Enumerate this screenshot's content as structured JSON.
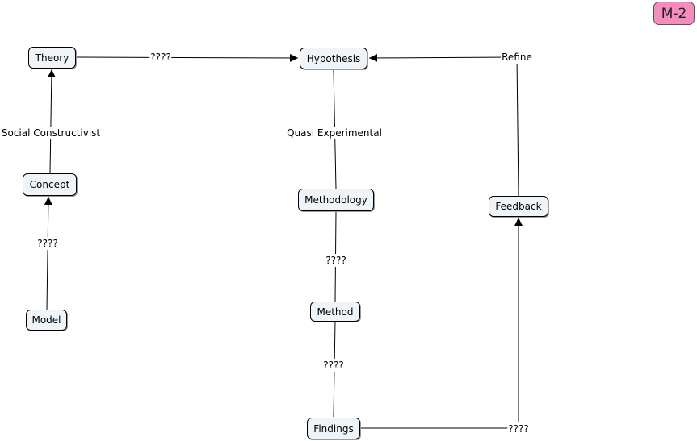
{
  "badge": "M-2",
  "nodes": {
    "theory": "Theory",
    "hypothesis": "Hypothesis",
    "concept": "Concept",
    "model": "Model",
    "methodology": "Methodology",
    "method": "Method",
    "findings": "Findings",
    "feedback": "Feedback"
  },
  "links": {
    "theory_hypothesis": "????",
    "concept_theory": "Social Constructivist",
    "model_concept": "????",
    "hypothesis_methodology": "Quasi Experimental",
    "methodology_method": "????",
    "method_findings": "????",
    "findings_feedback": "????",
    "feedback_hypothesis": "Refine"
  },
  "colors": {
    "node_fill": "#eef4f7",
    "badge_fill": "#f48cbd"
  }
}
